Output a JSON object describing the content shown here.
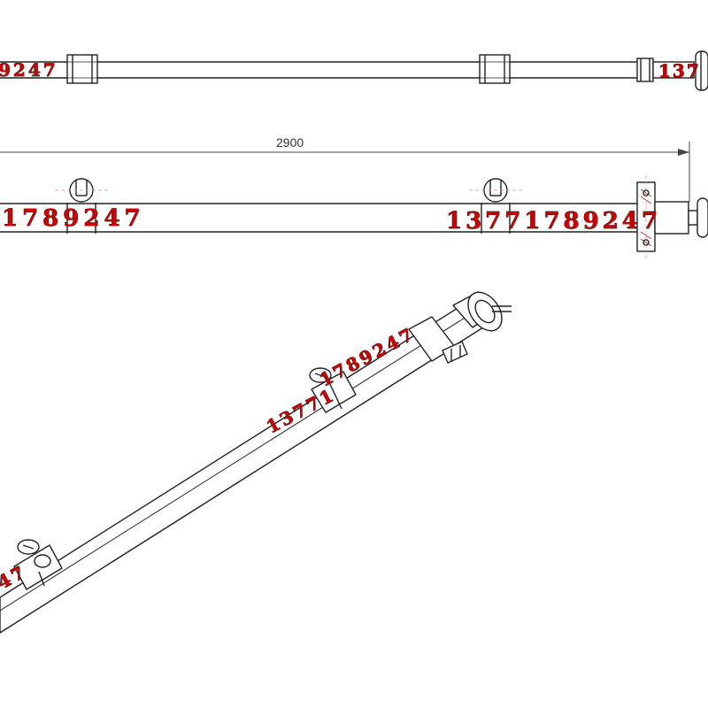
{
  "drawing": {
    "dimension_label": "2900",
    "watermark_text": "13771789247",
    "line_color": "#222222",
    "watermark_color": "#cc0000",
    "hatch_color": "#aa3333"
  },
  "views": {
    "top": {
      "watermark_left": "9247",
      "watermark_right": "137"
    },
    "front": {
      "watermark_left": "1789247",
      "watermark_right": "13771789247"
    },
    "isometric": {
      "watermark_upper": "1789247",
      "watermark_lower": "13771",
      "watermark_bottom": "47"
    }
  }
}
